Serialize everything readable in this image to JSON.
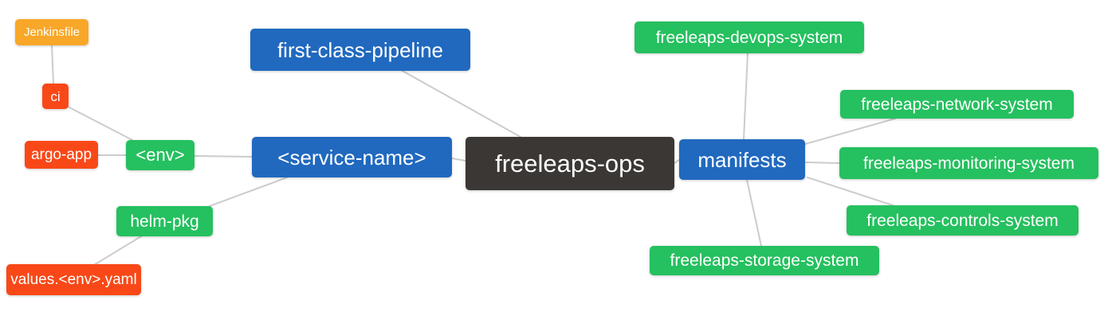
{
  "diagram": {
    "type": "mindmap",
    "title": "freeleaps-ops repository structure mind map",
    "palette": {
      "blue": "#2069BF",
      "green": "#25C05F",
      "orange": "#F8A728",
      "red": "#F94817",
      "dark": "#3B3734",
      "edge": "#CCCCCC",
      "text": "#FFFFFF",
      "background": "#FFFFFF"
    },
    "root": {
      "id": "freeleaps-ops",
      "label": "freeleaps-ops",
      "color": "dark"
    },
    "nodes": [
      {
        "id": "jenkinsfile",
        "label": "Jenkinsfile",
        "color": "orange"
      },
      {
        "id": "ci",
        "label": "ci",
        "color": "red"
      },
      {
        "id": "argo-app",
        "label": "argo-app",
        "color": "red"
      },
      {
        "id": "env",
        "label": "<env>",
        "color": "green"
      },
      {
        "id": "helm-pkg",
        "label": "helm-pkg",
        "color": "green"
      },
      {
        "id": "values-env-yaml",
        "label": "values.<env>.yaml",
        "color": "red"
      },
      {
        "id": "service-name",
        "label": "<service-name>",
        "color": "blue"
      },
      {
        "id": "first-class-pipeline",
        "label": "first-class-pipeline",
        "color": "blue"
      },
      {
        "id": "freeleaps-ops",
        "label": "freeleaps-ops",
        "color": "dark"
      },
      {
        "id": "manifests",
        "label": "manifests",
        "color": "blue"
      },
      {
        "id": "devops-system",
        "label": "freeleaps-devops-system",
        "color": "green"
      },
      {
        "id": "network-system",
        "label": "freeleaps-network-system",
        "color": "green"
      },
      {
        "id": "monitoring-system",
        "label": "freeleaps-monitoring-system",
        "color": "green"
      },
      {
        "id": "controls-system",
        "label": "freeleaps-controls-system",
        "color": "green"
      },
      {
        "id": "storage-system",
        "label": "freeleaps-storage-system",
        "color": "green"
      }
    ],
    "edges": [
      [
        "jenkinsfile",
        "ci"
      ],
      [
        "ci",
        "env"
      ],
      [
        "argo-app",
        "env"
      ],
      [
        "env",
        "service-name"
      ],
      [
        "service-name",
        "helm-pkg"
      ],
      [
        "helm-pkg",
        "values-env-yaml"
      ],
      [
        "first-class-pipeline",
        "freeleaps-ops"
      ],
      [
        "service-name",
        "freeleaps-ops"
      ],
      [
        "freeleaps-ops",
        "manifests"
      ],
      [
        "manifests",
        "devops-system"
      ],
      [
        "manifests",
        "network-system"
      ],
      [
        "manifests",
        "monitoring-system"
      ],
      [
        "manifests",
        "controls-system"
      ],
      [
        "manifests",
        "storage-system"
      ]
    ]
  }
}
